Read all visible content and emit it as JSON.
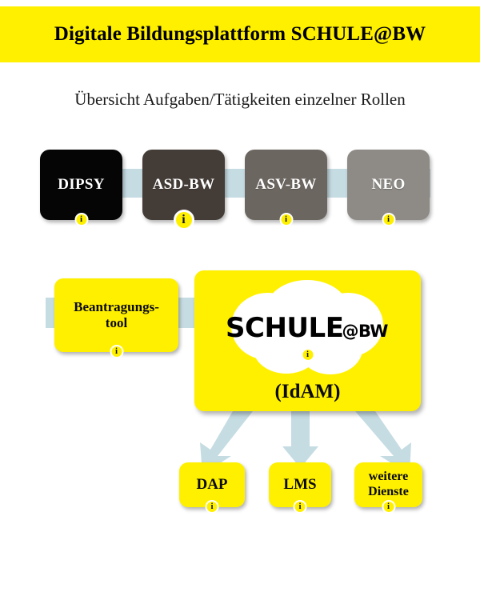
{
  "header": {
    "title": "Digitale Bildungsplattform SCHULE@BW",
    "band_color": "#FFF000"
  },
  "subtitle": {
    "text": "Übersicht Aufgaben/Tätigkeiten einzelner Rollen"
  },
  "roles": {
    "connector_color": "#C6DCE3",
    "items": [
      {
        "label": "DIPSY",
        "color": "#050505",
        "badge": "i",
        "badge_size": "small"
      },
      {
        "label": "ASD-BW",
        "color": "#443C36",
        "badge": "i",
        "badge_size": "large"
      },
      {
        "label": "ASV-BW",
        "color": "#6C6660",
        "badge": "i",
        "badge_size": "small"
      },
      {
        "label": "NEO",
        "color": "#8E8B86",
        "badge": "i",
        "badge_size": "small"
      }
    ]
  },
  "middle": {
    "beantragungstool": {
      "line1": "Beantragungs-",
      "line2": "tool",
      "badge": "i",
      "color": "#FFF000"
    },
    "hub": {
      "wordmark_main": "SCHULE",
      "wordmark_sub": "@BW",
      "subtitle": "(IdAM)",
      "badge": "i",
      "color": "#FFF000",
      "cloud_color": "#FFFFFF"
    }
  },
  "services": {
    "arrow_color": "#C6DCE3",
    "items": [
      {
        "label": "DAP",
        "line2": "",
        "badge": "i",
        "color": "#FFF000"
      },
      {
        "label": "LMS",
        "line2": "",
        "badge": "i",
        "color": "#FFF000"
      },
      {
        "label": "weitere",
        "line2": "Dienste",
        "badge": "i",
        "color": "#FFF000"
      }
    ]
  }
}
